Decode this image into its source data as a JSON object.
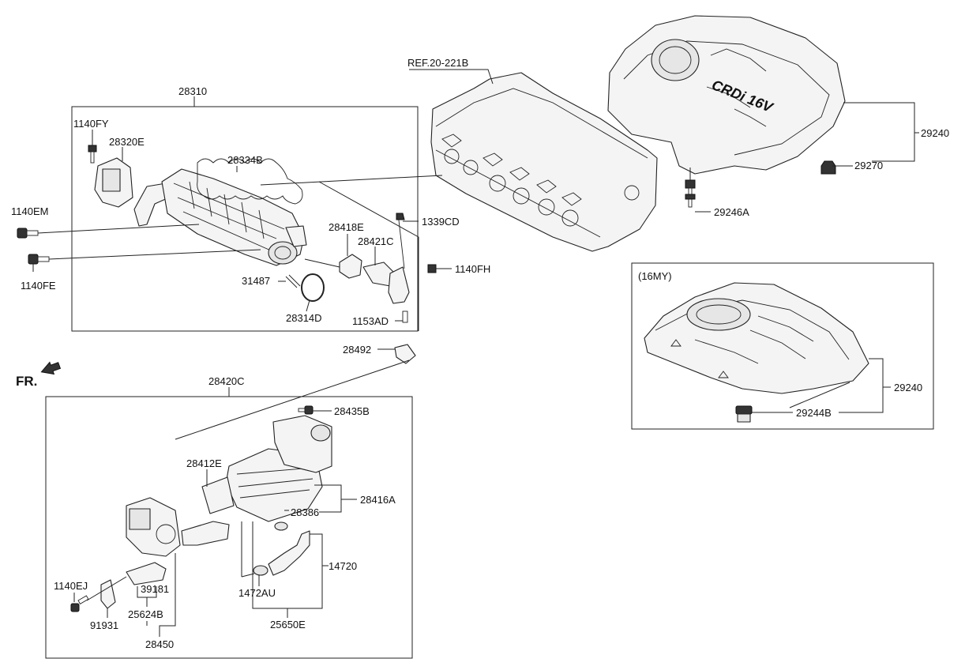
{
  "labels": {
    "p28310": "28310",
    "p1140FY": "1140FY",
    "p28320E": "28320E",
    "p28334B": "28334B",
    "p1140EM": "1140EM",
    "p1140FE": "1140FE",
    "p31487": "31487",
    "p28314D": "28314D",
    "p28418E": "28418E",
    "p28421C": "28421C",
    "p1339CD": "1339CD",
    "p1140FH": "1140FH",
    "p1153AD": "1153AD",
    "p28492": "28492",
    "ref": "REF.20-221B",
    "p29240a": "29240",
    "p29270": "29270",
    "p29246A": "29246A",
    "my16": "(16MY)",
    "p29240b": "29240",
    "p29244B": "29244B",
    "fr": "FR.",
    "p28420C": "28420C",
    "p28435B": "28435B",
    "p28412E": "28412E",
    "p28416A": "28416A",
    "p28386": "28386",
    "p14720": "14720",
    "p1472AU": "1472AU",
    "p25650E": "25650E",
    "p1140EJ": "1140EJ",
    "p39181": "39181",
    "p25624B": "25624B",
    "p91931": "91931",
    "p28450": "28450"
  },
  "cover_text": "CRDi 16V"
}
